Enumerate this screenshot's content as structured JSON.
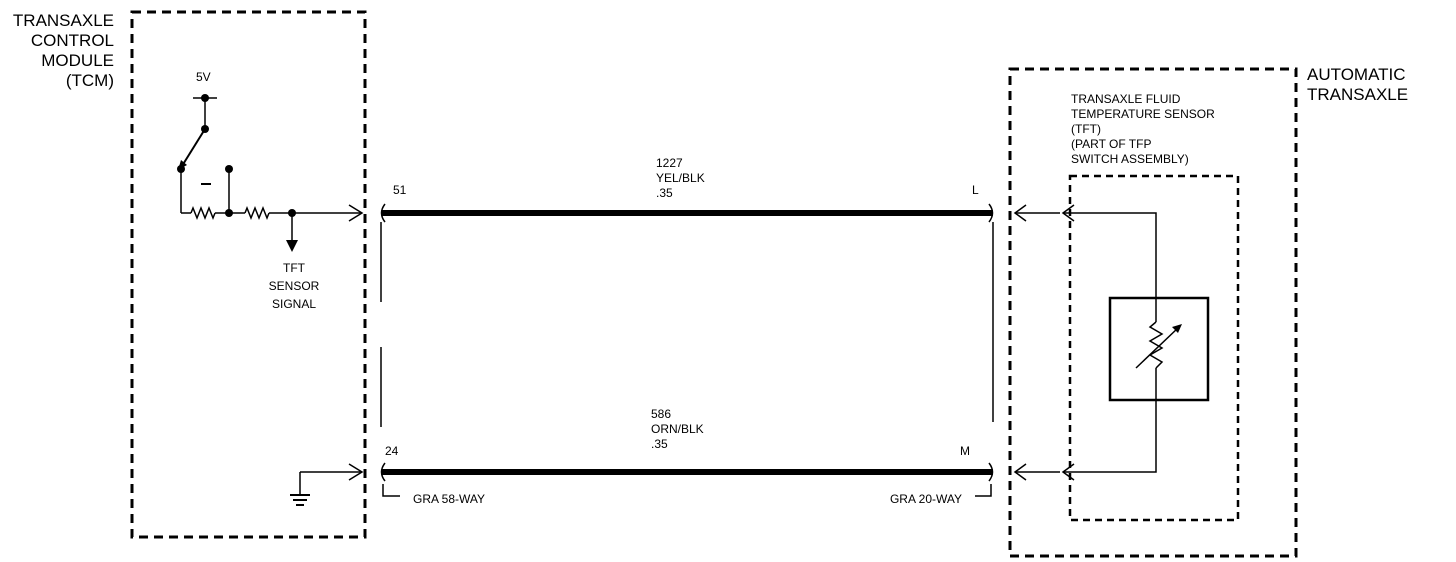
{
  "tcm": {
    "title_lines": [
      "TRANSAXLE",
      "CONTROL",
      "MODULE",
      "(TCM)"
    ],
    "supply_label": "5V",
    "signal_lines": [
      "TFT",
      "SENSOR",
      "SIGNAL"
    ]
  },
  "transaxle": {
    "title_lines": [
      "AUTOMATIC",
      "TRANSAXLE"
    ],
    "sensor_lines": [
      "TRANSAXLE FLUID",
      "TEMPERATURE SENSOR",
      "(TFT)",
      "(PART OF TFP",
      "SWITCH ASSEMBLY)"
    ]
  },
  "circuits": [
    {
      "number": "1227",
      "color": "YEL/BLK",
      "gauge": ".35",
      "tcm_pin": "51",
      "transaxle_pin": "L"
    },
    {
      "number": "586",
      "color": "ORN/BLK",
      "gauge": ".35",
      "tcm_pin": "24",
      "transaxle_pin": "M"
    }
  ],
  "connectors": {
    "tcm": "GRA 58-WAY",
    "transaxle": "GRA 20-WAY"
  }
}
